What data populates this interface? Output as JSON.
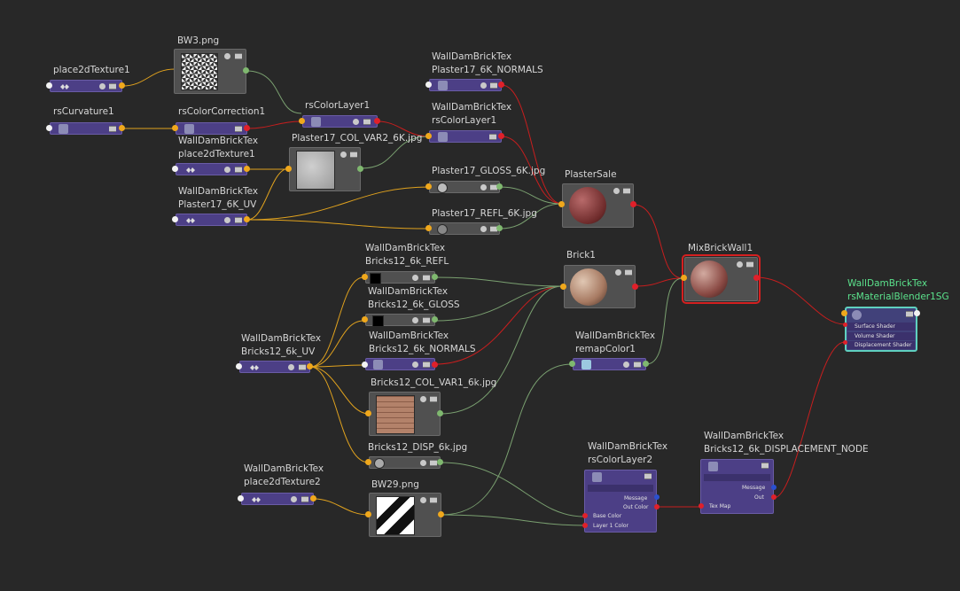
{
  "colors": {
    "background": "#282828",
    "wire_yellow": "#e0a21e",
    "wire_red": "#c81e1e",
    "wire_green": "#7aa070",
    "node_purple": "#4c3f86",
    "node_gray": "#505050",
    "selection": "#d42020",
    "shading_group": "#5be28c"
  },
  "nodes": {
    "bw3": {
      "title": "BW3.png"
    },
    "place2d": {
      "title": "place2dTexture1"
    },
    "rscurv": {
      "title": "rsCurvature1"
    },
    "rscc": {
      "title": "rsColorCorrection1"
    },
    "rscl1": {
      "title": "rsColorLayer1"
    },
    "normals17": {
      "title": "WallDamBrickTex\nPlaster17_6K_NORMALS"
    },
    "wdrscl1": {
      "title": "WallDamBrickTex\nrsColorLayer1"
    },
    "wdplace2d": {
      "title": "WallDamBrickTex\nplace2dTexture1"
    },
    "colvar2": {
      "title": "Plaster17_COL_VAR2_6K.jpg"
    },
    "plasteruv": {
      "title": "WallDamBrickTex\nPlaster17_6K_UV"
    },
    "gloss17": {
      "title": "Plaster17_GLOSS_6K.jpg"
    },
    "refl17": {
      "title": "Plaster17_REFL_6K.jpg"
    },
    "plastersale": {
      "title": "PlasterSale"
    },
    "bricksrefl": {
      "title": "WallDamBrickTex\nBricks12_6k_REFL"
    },
    "bricksgloss": {
      "title": "WallDamBrickTex\nBricks12_6k_GLOSS"
    },
    "bricksnormals": {
      "title": "WallDamBrickTex\nBricks12_6k_NORMALS"
    },
    "bricksuv": {
      "title": "WallDamBrickTex\nBricks12_6k_UV"
    },
    "brick1": {
      "title": "Brick1"
    },
    "remap": {
      "title": "WallDamBrickTex\nremapColor1"
    },
    "mixbrick": {
      "title": "MixBrickWall1"
    },
    "sg": {
      "title": "WallDamBrickTex\nrsMaterialBlender1SG",
      "rows": [
        "Surface Shader",
        "Volume Shader",
        "Displacement Shader"
      ]
    },
    "colvar1": {
      "title": "Bricks12_COL_VAR1_6k.jpg"
    },
    "disp12": {
      "title": "Bricks12_DISP_6k.jpg"
    },
    "place2d2": {
      "title": "WallDamBrickTex\nplace2dTexture2"
    },
    "bw29": {
      "title": "BW29.png"
    },
    "rscl2": {
      "title": "WallDamBrickTex\nrsColorLayer2",
      "rows": [
        "Message",
        "Out Color",
        "Base Color",
        "Layer 1 Color"
      ]
    },
    "dispnode": {
      "title": "WallDamBrickTex\nBricks12_6k_DISPLACEMENT_NODE",
      "rows": [
        "Message",
        "Out",
        "Tex Map"
      ]
    }
  }
}
